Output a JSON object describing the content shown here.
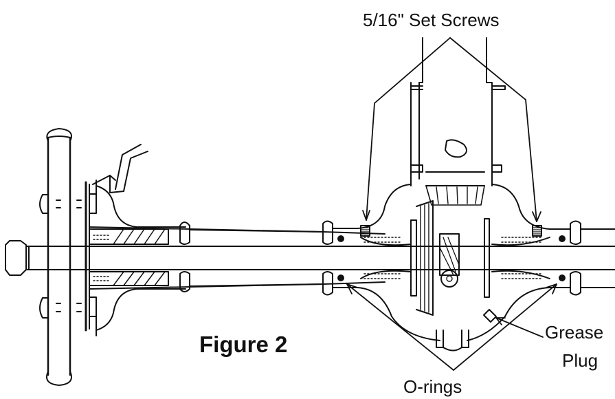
{
  "labels": {
    "set_screws": "5/16\" Set Screws",
    "figure": "Figure 2",
    "o_rings": "O-rings",
    "grease_plug_line1": "Grease",
    "grease_plug_line2": "Plug"
  },
  "colors": {
    "ink": "#111111",
    "background": "#ffffff"
  }
}
